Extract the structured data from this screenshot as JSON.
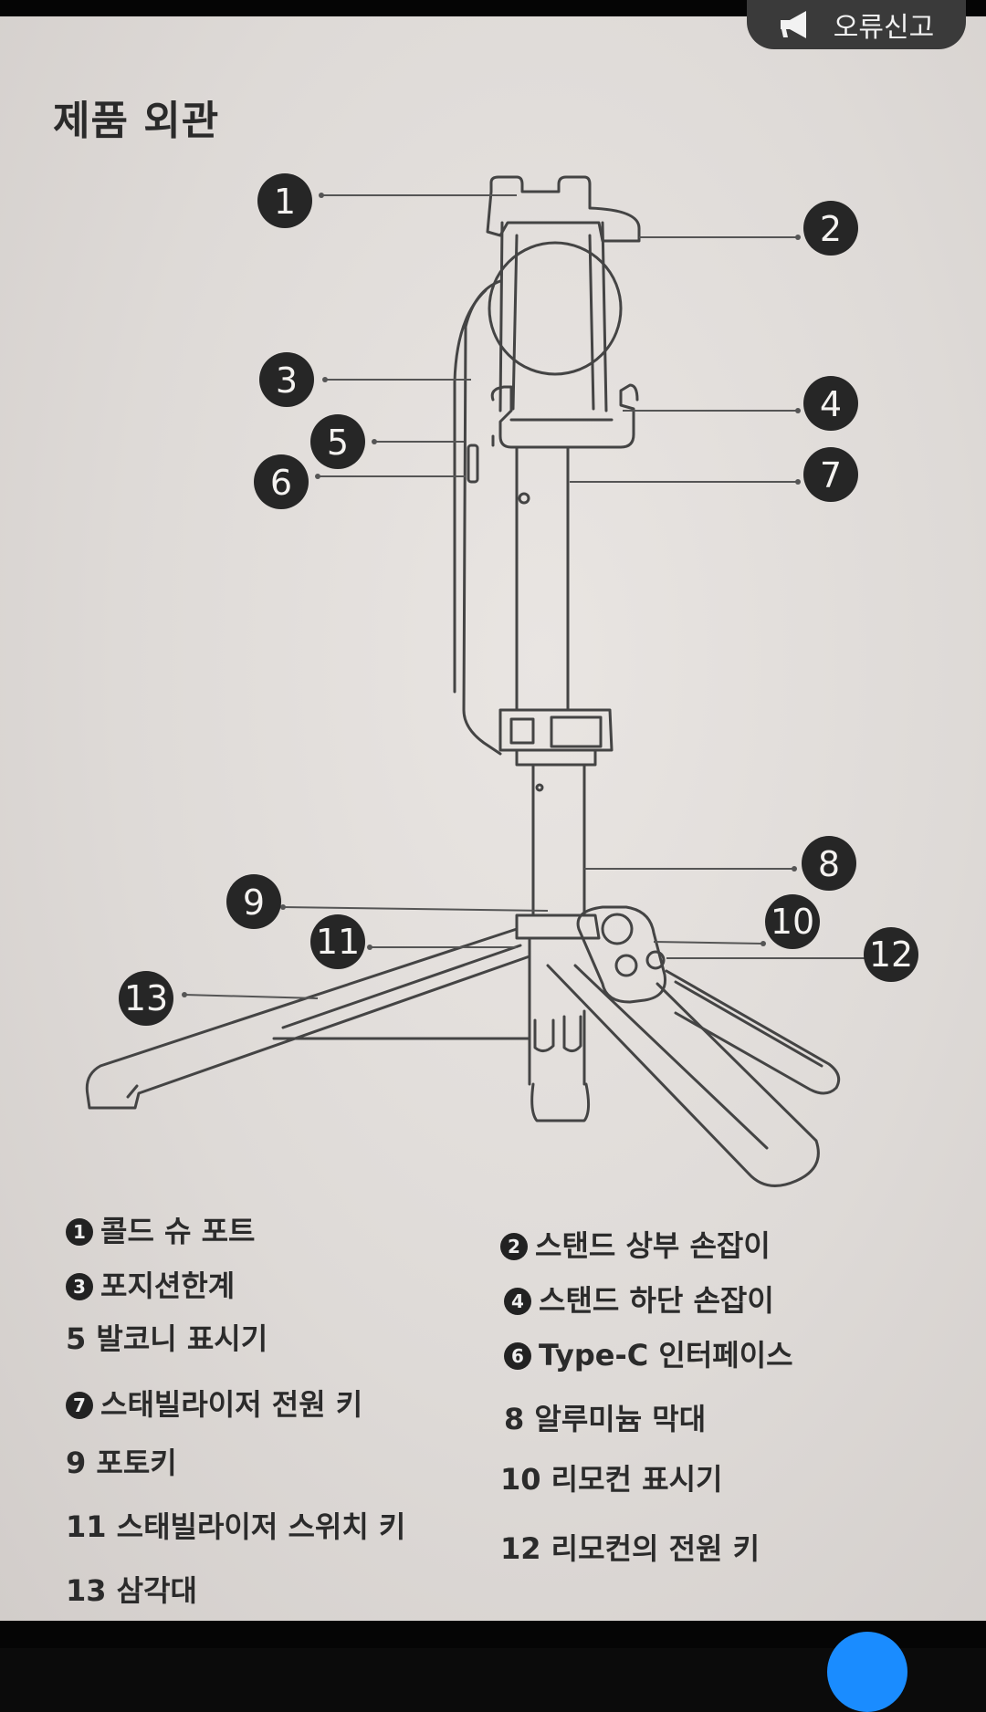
{
  "report_button": {
    "label": "오류신고",
    "icon": "megaphone-icon"
  },
  "page_title": "제품 외관",
  "callouts": [
    "1",
    "2",
    "3",
    "4",
    "5",
    "6",
    "7",
    "8",
    "9",
    "10",
    "11",
    "12",
    "13"
  ],
  "legend": [
    {
      "num": "1",
      "label": "콜드 슈 포트"
    },
    {
      "num": "2",
      "label": "스탠드 상부 손잡이"
    },
    {
      "num": "3",
      "label": "포지션한계"
    },
    {
      "num": "4",
      "label": "스탠드 하단 손잡이"
    },
    {
      "num": "5",
      "label": "발코니 표시기"
    },
    {
      "num": "6",
      "label": "Type-C 인터페이스"
    },
    {
      "num": "7",
      "label": "스태빌라이저 전원 키"
    },
    {
      "num": "8",
      "label": "알루미늄 막대"
    },
    {
      "num": "9",
      "label": "포토키"
    },
    {
      "num": "10",
      "label": "리모컨 표시기"
    },
    {
      "num": "11",
      "label": "스태빌라이저 스위치 키"
    },
    {
      "num": "12",
      "label": "리모컨의 전원 키"
    },
    {
      "num": "13",
      "label": "삼각대"
    }
  ]
}
